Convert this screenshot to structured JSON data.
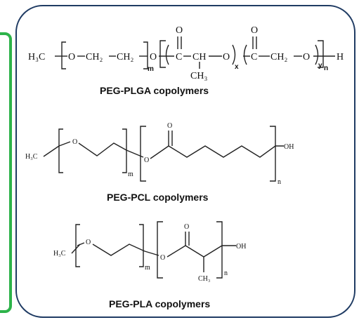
{
  "labels": {
    "plga": "PEG-PLGA copolymers",
    "pcl": "PEG-PCL copolymers",
    "pla": "PEG-PLA copolymers"
  },
  "atoms": {
    "h3c": "H₃C",
    "ch2": "CH₂",
    "ch": "CH",
    "ch3": "CH₃",
    "c": "C",
    "o": "O",
    "h": "H",
    "oh": "OH"
  },
  "subscripts": {
    "m": "m",
    "n": "n",
    "x": "x",
    "y": "y"
  },
  "colors": {
    "panel_border": "#1f3b63",
    "left_accent": "#2db34a"
  }
}
